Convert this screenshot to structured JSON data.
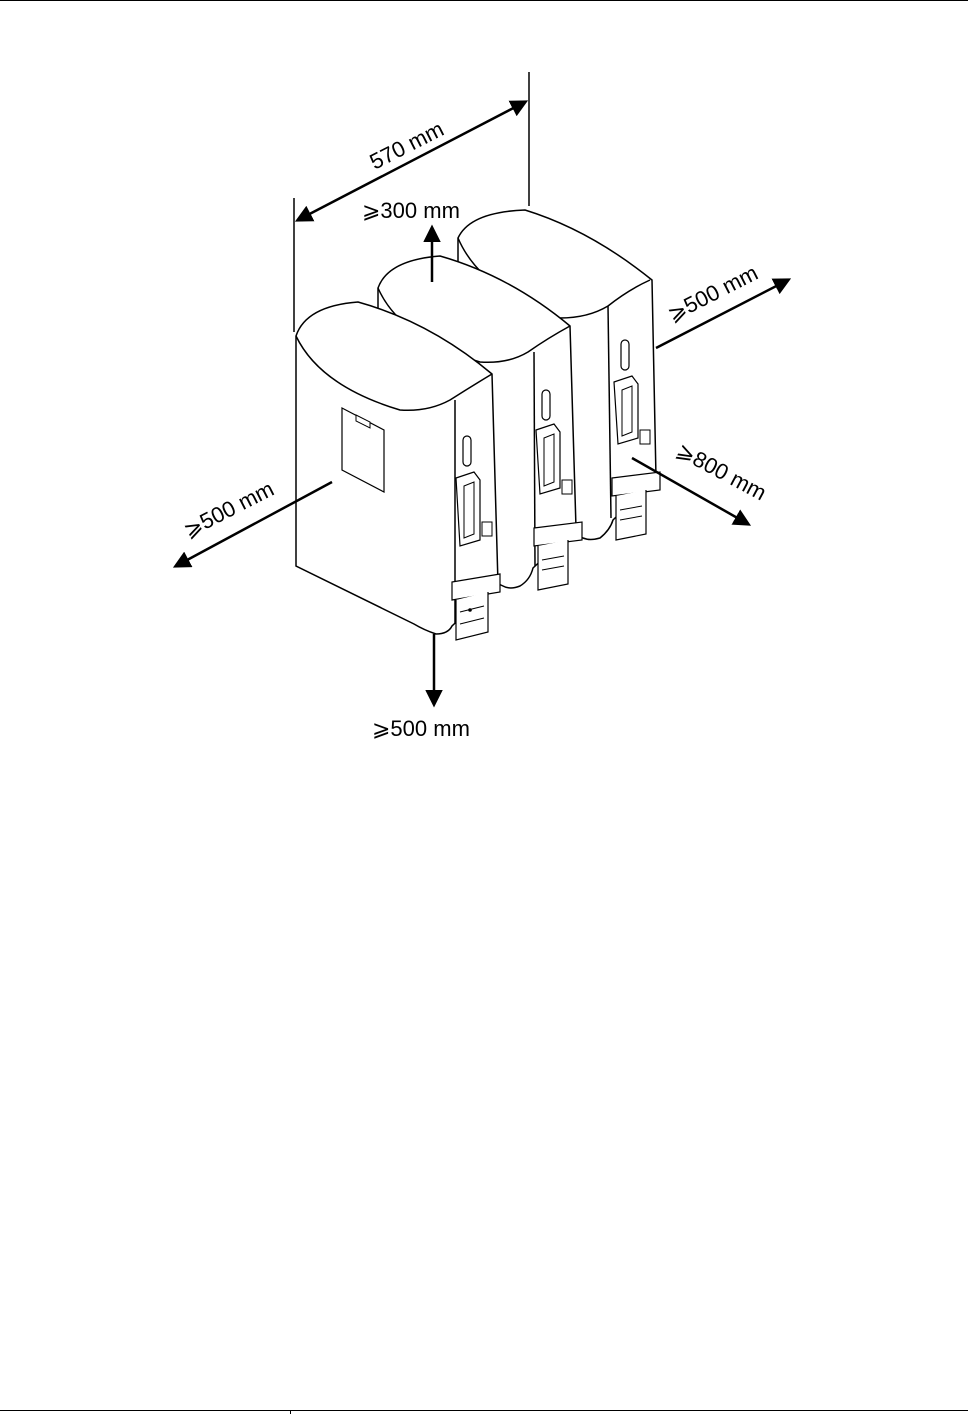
{
  "diagram": {
    "labels": {
      "width_total": "570 mm",
      "top_clearance": "⩾300 mm",
      "right_clearance": "⩾500 mm",
      "front_clearance": "⩾800 mm",
      "left_clearance": "⩾500 mm",
      "bottom_clearance": "⩾500 mm"
    },
    "line_color": "#000000",
    "background_color": "#ffffff"
  }
}
